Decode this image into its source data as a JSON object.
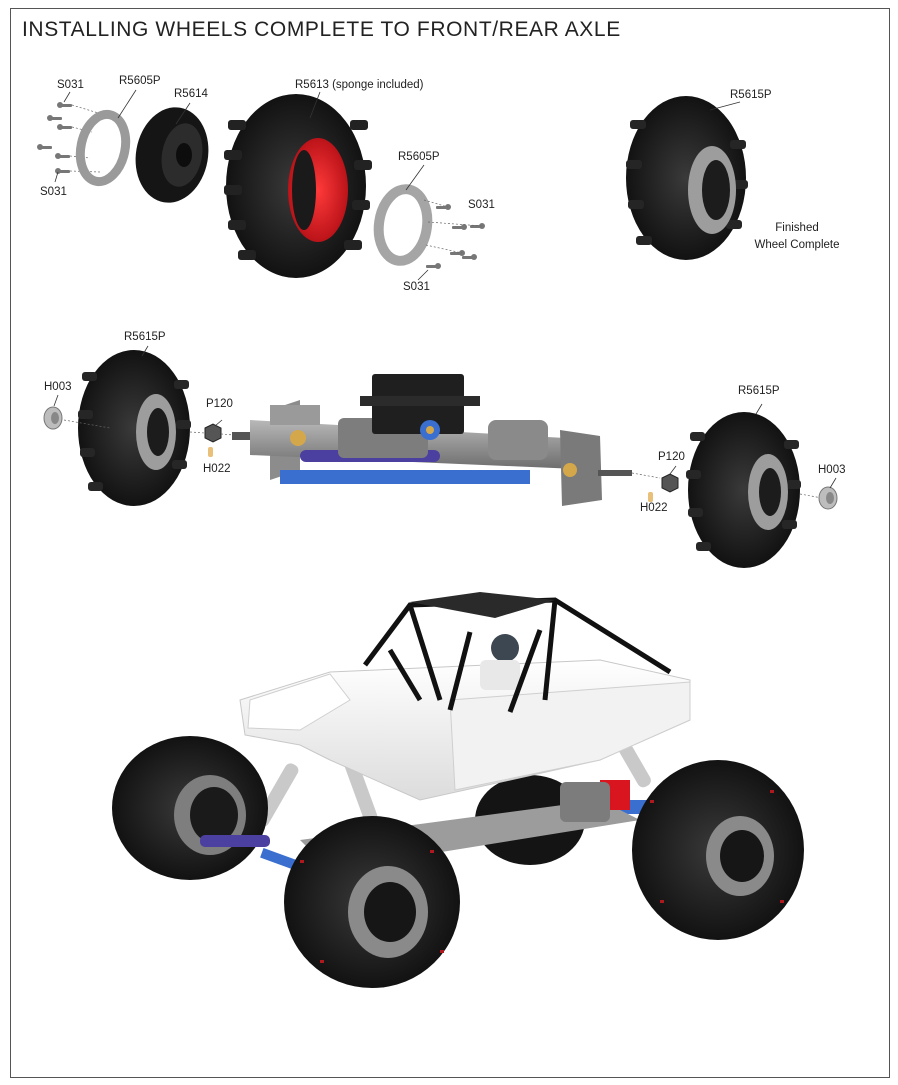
{
  "page": {
    "title": "INSTALLING WHEELS COMPLETE TO FRONT/REAR AXLE"
  },
  "section1": {
    "labels": {
      "screw_top_left": "S031",
      "beadlock_ring_left": "R5605P",
      "rim": "R5614",
      "tire": "R5613 (sponge included)",
      "beadlock_ring_right": "R5605P",
      "screw_right": "S031",
      "screw_bottom_left": "S031",
      "screw_bottom_right": "S031",
      "wheel_complete": "R5615P"
    },
    "note_line1": "Finished",
    "note_line2": "Wheel Complete"
  },
  "section2": {
    "labels": {
      "wheel_left": "R5615P",
      "nut_left": "H003",
      "hex_left": "P120",
      "pin_left": "H022",
      "wheel_right": "R5615P",
      "hex_right": "P120",
      "nut_right": "H003",
      "pin_right": "H022"
    }
  },
  "colors": {
    "tire": "#1a1a1a",
    "tire_tread": "#2e2e2e",
    "rim_silver": "#a9a9a9",
    "sponge_red": "#d9161f",
    "axle_gray": "#8a8a8a",
    "link_blue": "#3a6fd0",
    "link_purple": "#4b3fa0",
    "body_white": "#f4f4f4",
    "cage_black": "#111111",
    "brass": "#d4a84a"
  }
}
